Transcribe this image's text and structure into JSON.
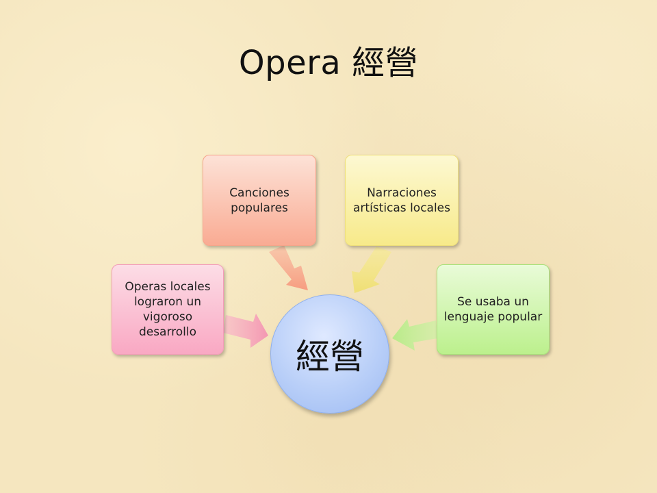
{
  "title": "Opera 經營",
  "center": {
    "label": "經營"
  },
  "nodes": [
    {
      "label": "Operas locales lograron un vigoroso desarrollo",
      "color": "#f9a8c3"
    },
    {
      "label": "Canciones populares",
      "color": "#f9ab93"
    },
    {
      "label": "Narraciones artísticas locales",
      "color": "#f7ea8a"
    },
    {
      "label": "Se usaba un lenguaje popular",
      "color": "#bcf08d"
    }
  ],
  "colors": {
    "background": "#f5e6bf",
    "center": "#b9cff8"
  }
}
